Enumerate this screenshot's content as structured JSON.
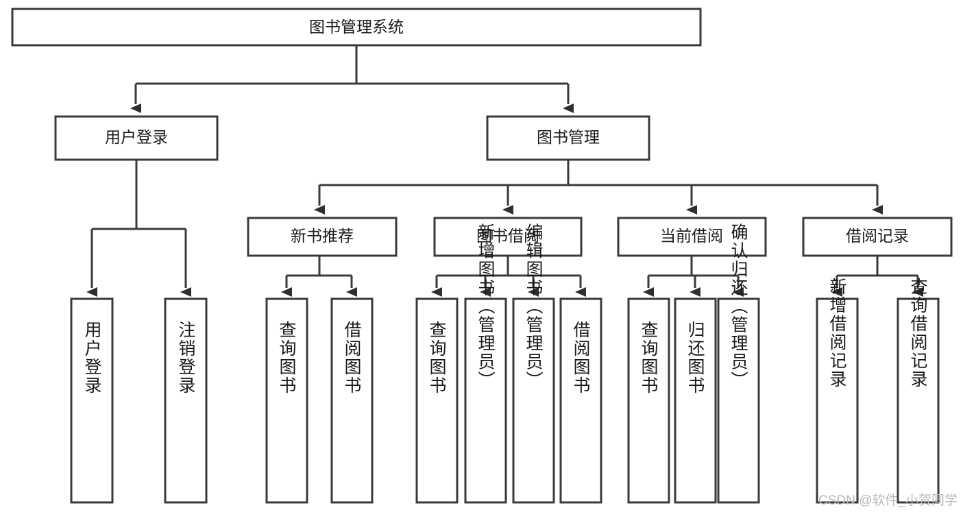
{
  "diagram": {
    "title": "图书管理系统",
    "type": "hierarchy-tree",
    "root": {
      "id": "root",
      "label": "图书管理系统",
      "orientation": "horizontal"
    },
    "level1": [
      {
        "id": "user-login",
        "label": "用户登录",
        "orientation": "horizontal"
      },
      {
        "id": "book-manage",
        "label": "图书管理",
        "orientation": "horizontal"
      }
    ],
    "level2": [
      {
        "id": "new-book-recommend",
        "label": "新书推荐",
        "parent": "book-manage",
        "orientation": "horizontal"
      },
      {
        "id": "book-borrow",
        "label": "图书借阅",
        "parent": "book-manage",
        "orientation": "horizontal"
      },
      {
        "id": "current-borrow",
        "label": "当前借阅",
        "parent": "book-manage",
        "orientation": "horizontal"
      },
      {
        "id": "borrow-record",
        "label": "借阅记录",
        "parent": "book-manage",
        "orientation": "horizontal"
      }
    ],
    "leaves": [
      {
        "id": "leaf-user-login",
        "label": "用户登录",
        "parent": "user-login",
        "orientation": "vertical"
      },
      {
        "id": "leaf-logout-login",
        "label": "注销登录",
        "parent": "user-login",
        "orientation": "vertical"
      },
      {
        "id": "leaf-query-book-1",
        "label": "查询图书",
        "parent": "new-book-recommend",
        "orientation": "vertical"
      },
      {
        "id": "leaf-borrow-book-1",
        "label": "借阅图书",
        "parent": "new-book-recommend",
        "orientation": "vertical"
      },
      {
        "id": "leaf-query-book-2",
        "label": "查询图书",
        "parent": "book-borrow",
        "orientation": "vertical"
      },
      {
        "id": "leaf-add-book",
        "label": "新增图书（管理员）",
        "parent": "book-borrow",
        "orientation": "vertical"
      },
      {
        "id": "leaf-edit-book",
        "label": "编辑图书（管理员）",
        "parent": "book-borrow",
        "orientation": "vertical"
      },
      {
        "id": "leaf-borrow-book-2",
        "label": "借阅图书",
        "parent": "book-borrow",
        "orientation": "vertical"
      },
      {
        "id": "leaf-query-book-3",
        "label": "查询图书",
        "parent": "current-borrow",
        "orientation": "vertical"
      },
      {
        "id": "leaf-return-book",
        "label": "归还图书",
        "parent": "current-borrow",
        "orientation": "vertical"
      },
      {
        "id": "leaf-confirm-return",
        "label": "确认归还（管理员）",
        "parent": "current-borrow",
        "orientation": "vertical"
      },
      {
        "id": "leaf-add-record",
        "label": "新增借阅记录",
        "parent": "borrow-record",
        "orientation": "vertical"
      },
      {
        "id": "leaf-query-record",
        "label": "查询借阅记录",
        "parent": "borrow-record",
        "orientation": "vertical"
      }
    ]
  },
  "watermark": {
    "text": "CSDN @软件_小贺同学"
  },
  "colors": {
    "box_stroke": "#3a3a3a",
    "box_fill": "#ffffff",
    "connector": "#3a3a3a",
    "text": "#1a1a1a",
    "watermark": "#b9b9b9",
    "background": "#ffffff"
  }
}
